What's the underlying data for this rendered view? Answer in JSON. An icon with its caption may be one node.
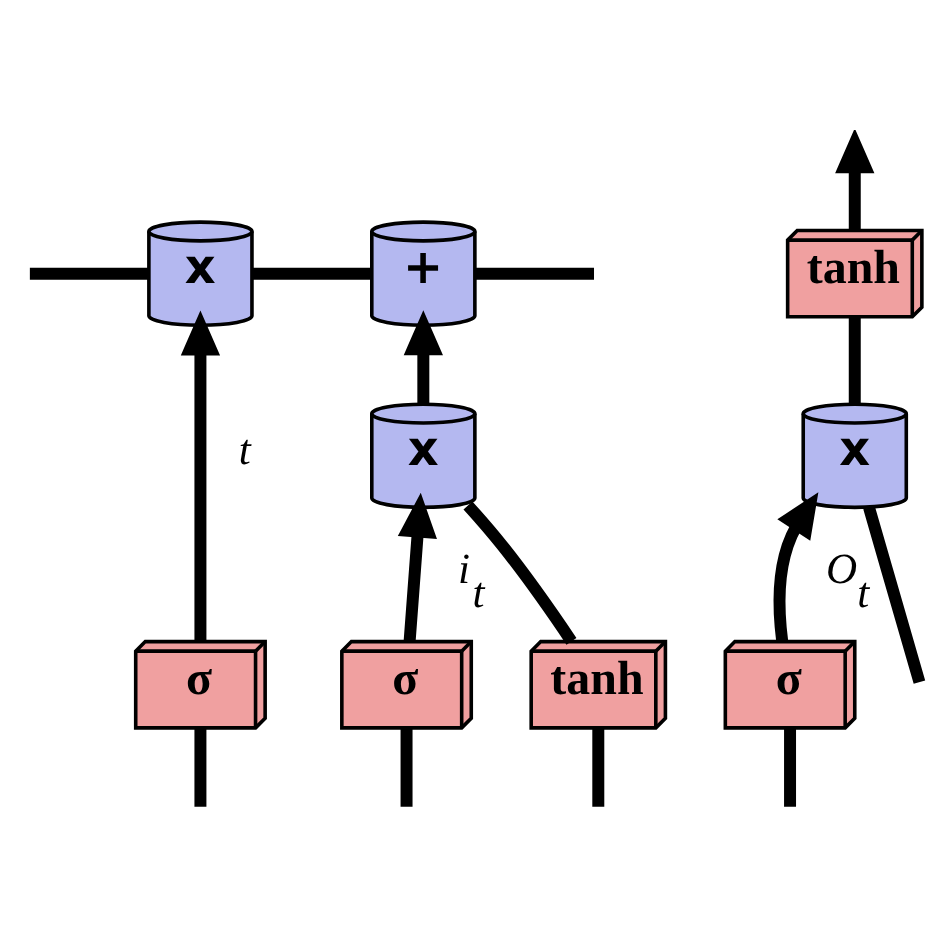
{
  "diagram": {
    "nodes": [
      {
        "text": [
          "x"
        ]
      },
      {
        "text": [
          "+"
        ]
      },
      {
        "text": [
          "tanh"
        ]
      },
      {
        "text": [
          "σ"
        ]
      },
      {
        "text": [
          "σ"
        ]
      },
      {
        "text": [
          "tanh"
        ]
      },
      {
        "text": [
          "x"
        ]
      },
      {
        "text": [
          "σ"
        ]
      },
      {
        "text": [
          "x"
        ]
      }
    ],
    "edges": [
      {
        "from": null,
        "to": 0,
        "arrow": "none"
      },
      {
        "from": 0,
        "to": 1,
        "arrow": "none"
      },
      {
        "from": 1,
        "to": null,
        "arrow": "none"
      },
      {
        "from": 2,
        "to": null,
        "arrow": "to"
      },
      {
        "from": 3,
        "to": 0,
        "arrow": "to",
        "label": "t"
      },
      {
        "from": 4,
        "to": 6,
        "arrow": "to",
        "label": "i$_{t}$"
      },
      {
        "from": 5,
        "to": 6,
        "arrow": "none"
      },
      {
        "from": 6,
        "to": 1,
        "arrow": "to"
      },
      {
        "from": 7,
        "to": 8,
        "arrow": "to",
        "label": "O$_{t}$"
      },
      {
        "from": 2,
        "to": 8,
        "arrow": "none"
      },
      {
        "from": null,
        "to": 3,
        "arrow": "none"
      },
      {
        "from": null,
        "to": 4,
        "arrow": "none"
      },
      {
        "from": null,
        "to": 5,
        "arrow": "none"
      },
      {
        "from": null,
        "to": 7,
        "arrow": "none"
      },
      {
        "from": 8,
        "to": null,
        "arrow": "none"
      }
    ]
  }
}
